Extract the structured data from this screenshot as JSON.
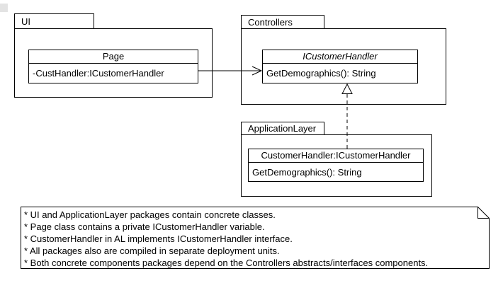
{
  "diagram": {
    "kind": "uml-package-class-diagram",
    "background_color": "#ffffff",
    "line_color": "#000000",
    "text_color": "#000000"
  },
  "packages": {
    "ui": {
      "label": "UI"
    },
    "controllers": {
      "label": "Controllers"
    },
    "application_layer": {
      "label": "ApplicationLayer"
    }
  },
  "classes": {
    "page": {
      "title": "Page",
      "attribute": "-CustHandler:ICustomerHandler"
    },
    "icustomer_handler": {
      "title": "ICustomerHandler",
      "method": "GetDemographics(): String"
    },
    "customer_handler": {
      "title": "CustomerHandler:ICustomerHandler",
      "method": "GetDemographics(): String"
    }
  },
  "relationships": [
    {
      "type": "association",
      "line": "solid",
      "arrowhead": "open",
      "from": "Page",
      "to": "ICustomerHandler"
    },
    {
      "type": "realization",
      "line": "dashed",
      "arrowhead": "hollow-triangle",
      "from": "CustomerHandler:ICustomerHandler",
      "to": "ICustomerHandler"
    }
  ],
  "note": {
    "lines": [
      "* UI and ApplicationLayer packages contain concrete classes.",
      "* Page class contains a private ICustomerHandler variable.",
      "* CustomerHandler in AL implements ICustomerHandler interface.",
      "* All packages also are compiled in separate deployment units.",
      "* Both concrete components packages depend on the Controllers abstracts/interfaces components."
    ]
  }
}
